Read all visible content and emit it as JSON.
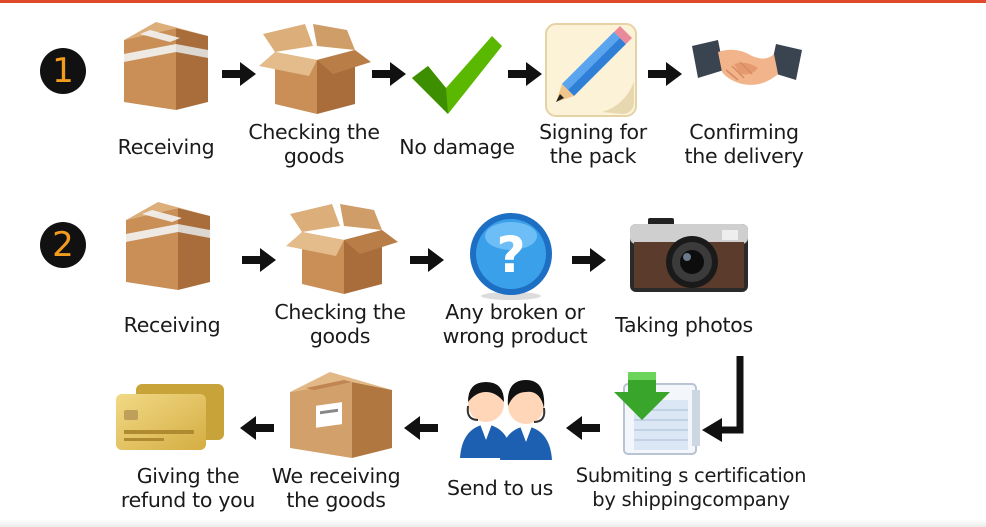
{
  "colors": {
    "accent": "#e0492a",
    "number": "#f39c1d",
    "arrow": "#111111"
  },
  "row1": {
    "number": "1",
    "steps": [
      {
        "icon": "sealed-box-icon",
        "label": "Receiving"
      },
      {
        "icon": "open-box-icon",
        "label": "Checking the\ngoods"
      },
      {
        "icon": "green-check-icon",
        "label": "No damage"
      },
      {
        "icon": "pencil-sign-icon",
        "label": "Signing for\nthe pack"
      },
      {
        "icon": "handshake-icon",
        "label": "Confirming\nthe delivery"
      }
    ]
  },
  "row2": {
    "number": "2",
    "steps": [
      {
        "icon": "sealed-box-icon",
        "label": "Receiving"
      },
      {
        "icon": "open-box-icon",
        "label": "Checking the\ngoods"
      },
      {
        "icon": "question-icon",
        "label": "Any broken or\nwrong product"
      },
      {
        "icon": "camera-icon",
        "label": "Taking photos"
      }
    ]
  },
  "row3": {
    "steps": [
      {
        "icon": "credit-card-icon",
        "label": "Giving the\nrefund to you"
      },
      {
        "icon": "labeled-box-icon",
        "label": "We receiving\nthe goods"
      },
      {
        "icon": "support-agents-icon",
        "label": "Send to us"
      },
      {
        "icon": "certificate-download-icon",
        "label": "Submiting s certification\nby shippingcompany"
      }
    ]
  }
}
